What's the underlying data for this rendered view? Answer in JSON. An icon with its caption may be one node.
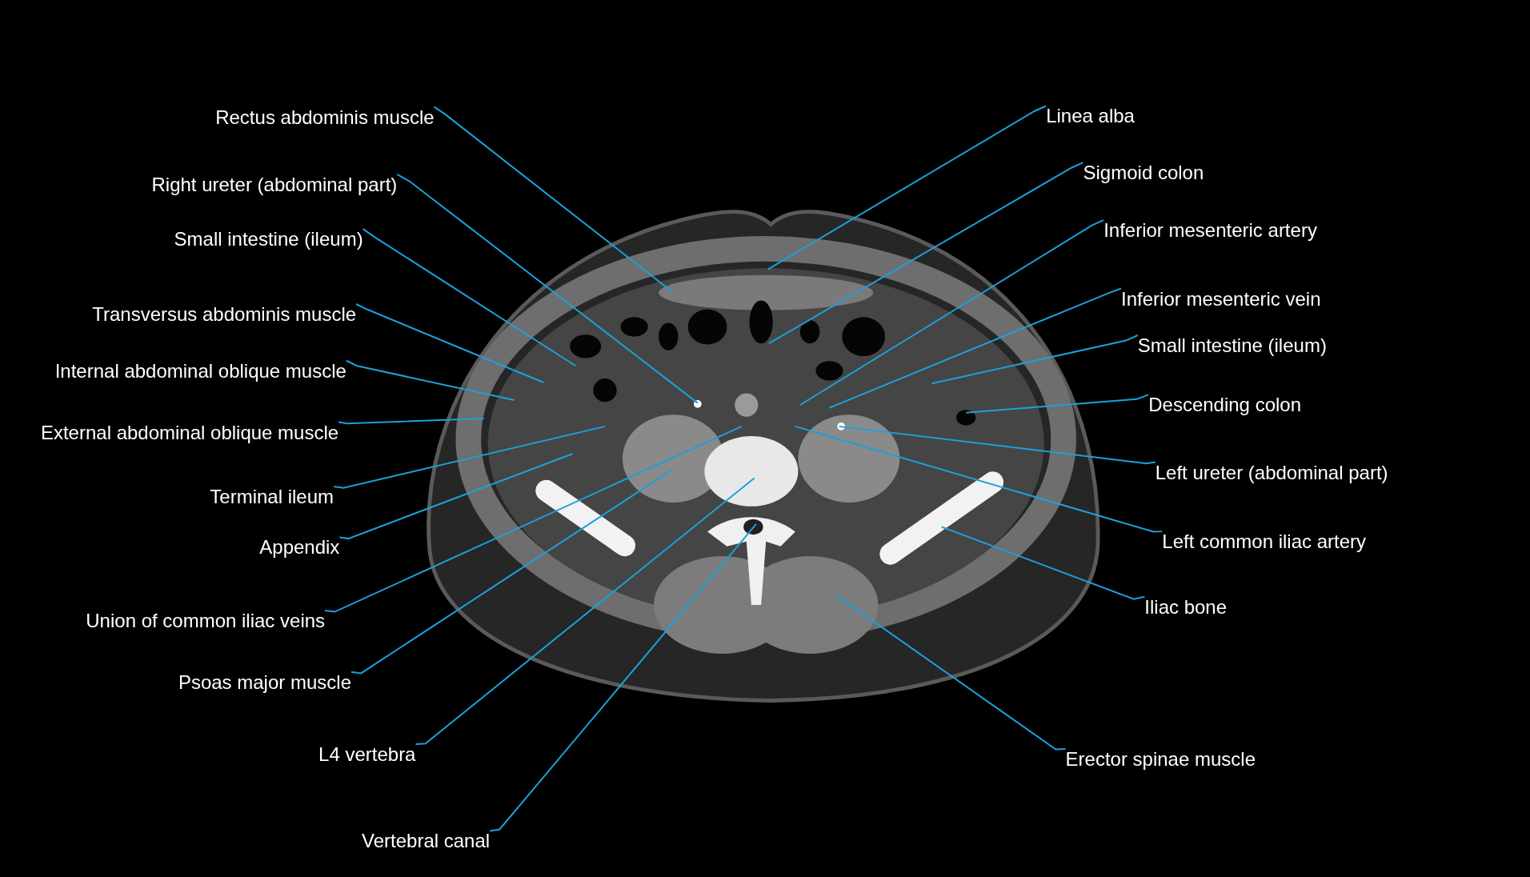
{
  "diagram": {
    "nodes": [
      {
        "text": [
          "Rectus abdominis muscle"
        ]
      },
      {
        "text": [
          "Right ureter (abdominal part)"
        ]
      },
      {
        "text": [
          "Small intestine (ileum)"
        ]
      },
      {
        "text": [
          "Transversus abdominis muscle"
        ]
      },
      {
        "text": [
          "Internal abdominal oblique muscle"
        ]
      },
      {
        "text": [
          "External abdominal oblique muscle"
        ]
      },
      {
        "text": [
          "Terminal ileum"
        ]
      },
      {
        "text": [
          "Appendix"
        ]
      },
      {
        "text": [
          "Union of common iliac veins"
        ]
      },
      {
        "text": [
          "Psoas major muscle"
        ]
      },
      {
        "text": [
          "L4 vertebra"
        ]
      },
      {
        "text": [
          "Vertebral canal"
        ]
      },
      {
        "text": [
          "Linea alba"
        ]
      },
      {
        "text": [
          "Sigmoid colon"
        ]
      },
      {
        "text": [
          "Inferior mesenteric artery"
        ]
      },
      {
        "text": [
          "Inferior mesenteric vein"
        ]
      },
      {
        "text": [
          "Small intestine (ileum)"
        ]
      },
      {
        "text": [
          "Descending colon"
        ]
      },
      {
        "text": [
          "Left ureter (abdominal part)"
        ]
      },
      {
        "text": [
          "Left common iliac artery"
        ]
      },
      {
        "text": [
          "Iliac bone"
        ]
      },
      {
        "text": [
          "Erector spinae muscle"
        ]
      }
    ],
    "edges": [
      {
        "from": 0,
        "to": null,
        "arrow": "none"
      },
      {
        "from": 1,
        "to": null,
        "arrow": "none"
      },
      {
        "from": 2,
        "to": null,
        "arrow": "none"
      },
      {
        "from": 3,
        "to": null,
        "arrow": "none"
      },
      {
        "from": 4,
        "to": null,
        "arrow": "none"
      },
      {
        "from": 5,
        "to": null,
        "arrow": "none"
      },
      {
        "from": 6,
        "to": null,
        "arrow": "none"
      },
      {
        "from": 7,
        "to": null,
        "arrow": "none"
      },
      {
        "from": 8,
        "to": null,
        "arrow": "none"
      },
      {
        "from": 9,
        "to": null,
        "arrow": "none"
      },
      {
        "from": 10,
        "to": null,
        "arrow": "none"
      },
      {
        "from": 11,
        "to": null,
        "arrow": "none"
      },
      {
        "from": 12,
        "to": null,
        "arrow": "none"
      },
      {
        "from": 13,
        "to": null,
        "arrow": "none"
      },
      {
        "from": 14,
        "to": null,
        "arrow": "none"
      },
      {
        "from": 15,
        "to": null,
        "arrow": "none"
      },
      {
        "from": 16,
        "to": null,
        "arrow": "none"
      },
      {
        "from": 17,
        "to": null,
        "arrow": "none"
      },
      {
        "from": 18,
        "to": null,
        "arrow": "none"
      },
      {
        "from": 19,
        "to": null,
        "arrow": "none"
      },
      {
        "from": 20,
        "to": null,
        "arrow": "none"
      },
      {
        "from": 21,
        "to": null,
        "arrow": "none"
      }
    ]
  }
}
